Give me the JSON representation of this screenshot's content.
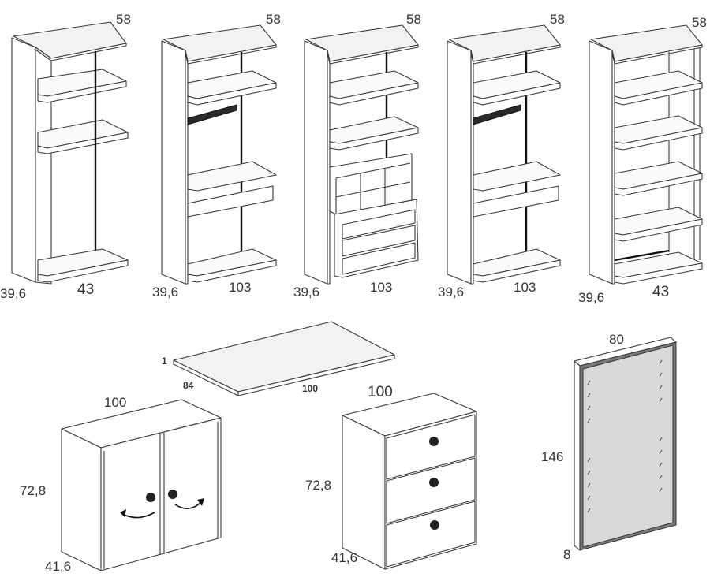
{
  "modules": [
    {
      "depth": "58",
      "side": "39,6",
      "width": "43"
    },
    {
      "depth": "58",
      "side": "39,6",
      "width": "103"
    },
    {
      "depth": "58",
      "side": "39,6",
      "width": "103"
    },
    {
      "depth": "58",
      "side": "39,6",
      "width": "103"
    },
    {
      "depth": "58",
      "side": "39,6",
      "width": "43"
    }
  ],
  "desk_top": {
    "thickness": "1",
    "depth": "84",
    "width": "100"
  },
  "cabinet": {
    "width": "100",
    "height": "72,8",
    "depth": "41,6"
  },
  "chest": {
    "width": "100",
    "height": "72,8",
    "depth": "41,6"
  },
  "mirror": {
    "width": "80",
    "height": "146",
    "depth": "8"
  }
}
